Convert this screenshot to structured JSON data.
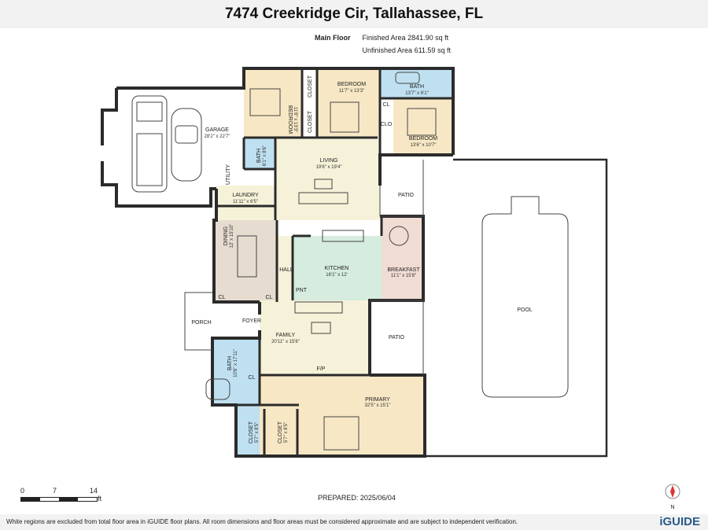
{
  "title": "7474 Creekridge Cir, Tallahassee, FL",
  "floor": {
    "name": "Main Floor",
    "finished_label": "Finished Area",
    "finished_value": "2841.90 sq ft",
    "unfinished_label": "Unfinished Area",
    "unfinished_value": "611.59 sq ft"
  },
  "rooms": {
    "garage": {
      "name": "GARAGE",
      "dim": "28'2\" x 22'7\""
    },
    "bedroom1": {
      "name": "BEDROOM",
      "dim": "11'8\" x 13'3\""
    },
    "bedroom2": {
      "name": "BEDROOM",
      "dim": "11'7\" x 13'3\""
    },
    "bath1": {
      "name": "BATH",
      "dim": "13'7\" x 6'1\""
    },
    "bedroom3": {
      "name": "BEDROOM",
      "dim": "13'6\" x 10'7\""
    },
    "bath2": {
      "name": "BATH",
      "dim": "6'1\" x 8'6\""
    },
    "living": {
      "name": "LIVING",
      "dim": "19'6\" x 19'4\""
    },
    "laundry": {
      "name": "LAUNDRY",
      "dim": "11'11\" x 6'5\""
    },
    "dining": {
      "name": "DINING",
      "dim": "12' x 15'10\""
    },
    "kitchen": {
      "name": "KITCHEN",
      "dim": "16'1\" x 12'"
    },
    "breakfast": {
      "name": "BREAKFAST",
      "dim": "11'1\" x 15'8\""
    },
    "family": {
      "name": "FAMILY",
      "dim": "20'11\" x 15'8\""
    },
    "bath3": {
      "name": "BATH",
      "dim": "10'6\" x 17'11\""
    },
    "primary": {
      "name": "PRIMARY",
      "dim": "32'5\" x 15'1\""
    },
    "closet_a": {
      "name": "CLOSET",
      "dim": "5'7\" x 8'5\""
    },
    "closet_b": {
      "name": "CLOSET",
      "dim": "5'7\" x 8'5\""
    }
  },
  "labels": {
    "closet": "CLOSET",
    "utility": "UTILITY",
    "cl": "CL",
    "clo": "CLO",
    "hall": "HALL",
    "pnt": "PNT",
    "foyer": "FOYER",
    "porch": "PORCH",
    "patio": "PATIO",
    "fp": "F/P",
    "pool": "POOL"
  },
  "scale": {
    "marks": [
      "0",
      "7",
      "14"
    ],
    "unit": "ft"
  },
  "prepared": "PREPARED: 2025/06/04",
  "compass": "N",
  "footer": {
    "note": "White regions are excluded from total floor area in iGUIDE floor plans. All room dimensions and floor areas must be considered approximate and are subject to independent verification.",
    "brand": "iGUIDE"
  },
  "colors": {
    "bedroom": "#f7e7c4",
    "bath": "#bfe0f0",
    "living": "#f5f2d9",
    "dining": "#e6dcd0",
    "kitchen": "#d5ecdf",
    "breakfast": "#f1dcd4",
    "garage": "#ffffff",
    "wall": "#2b2b2b"
  }
}
